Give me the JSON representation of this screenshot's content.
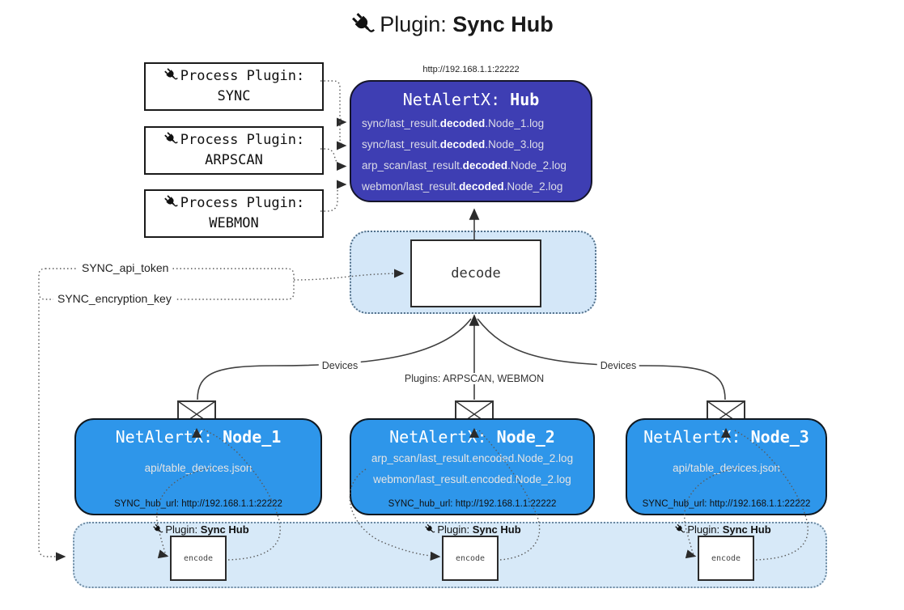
{
  "title": {
    "label": "Plugin:",
    "name": "Sync Hub"
  },
  "process_plugins": [
    {
      "label": "Process Plugin:",
      "name": "SYNC"
    },
    {
      "label": "Process Plugin:",
      "name": "ARPSCAN"
    },
    {
      "label": "Process Plugin:",
      "name": "WEBMON"
    }
  ],
  "hub": {
    "url": "http://192.168.1.1:22222",
    "title_label": "NetAlertX: ",
    "title_name": "Hub",
    "entries": [
      {
        "pre": "sync/last_result.",
        "bold": "decoded",
        "post": ".Node_1.log"
      },
      {
        "pre": "sync/last_result.",
        "bold": "decoded",
        "post": ".Node_3.log"
      },
      {
        "pre": "arp_scan/last_result.",
        "bold": "decoded",
        "post": ".Node_2.log"
      },
      {
        "pre": "webmon/last_result.",
        "bold": "decoded",
        "post": ".Node_2.log"
      }
    ]
  },
  "decode": {
    "label": "decode"
  },
  "config": {
    "api_token_label": "SYNC_api_token",
    "encryption_key_label": "SYNC_encryption_key"
  },
  "edge_labels": {
    "devices_left": "Devices",
    "plugins_center": "Plugins: ARPSCAN, WEBMON",
    "devices_right": "Devices"
  },
  "nodes": [
    {
      "title_label": "NetAlertX: ",
      "title_name": "Node_1",
      "lines": [
        "api/table_devices.json"
      ],
      "footer": "SYNC_hub_url: http://192.168.1.1:22222"
    },
    {
      "title_label": "NetAlertX: ",
      "title_name": "Node_2",
      "lines": [
        "arp_scan/last_result.encoded.Node_2.log",
        "webmon/last_result.encoded.Node_2.log"
      ],
      "footer": "SYNC_hub_url: http://192.168.1.1:22222"
    },
    {
      "title_label": "NetAlertX: ",
      "title_name": "Node_3",
      "lines": [
        "api/table_devices.json"
      ],
      "footer": "SYNC_hub_url: http://192.168.1.1:22222"
    }
  ],
  "encoders": [
    {
      "plugin_label": "Plugin: ",
      "plugin_name": "Sync Hub",
      "box_label": "encode"
    },
    {
      "plugin_label": "Plugin: ",
      "plugin_name": "Sync Hub",
      "box_label": "encode"
    },
    {
      "plugin_label": "Plugin: ",
      "plugin_name": "Sync Hub",
      "box_label": "encode"
    }
  ],
  "colors": {
    "hub_bg": "#3e3eb3",
    "node_bg": "#2e96ea",
    "panel_bg": "#d6e8f8",
    "wire": "#3f3f3f"
  }
}
